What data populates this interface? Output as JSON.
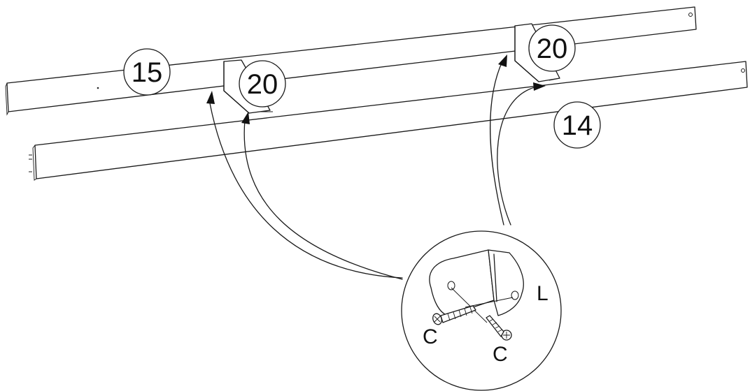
{
  "callouts": {
    "part_top_rail": "15",
    "part_bottom_rail": "14",
    "bracket_left": "20",
    "bracket_right": "20"
  },
  "detail": {
    "bracket_label": "L",
    "screw_label_left": "C",
    "screw_label_right": "C"
  }
}
